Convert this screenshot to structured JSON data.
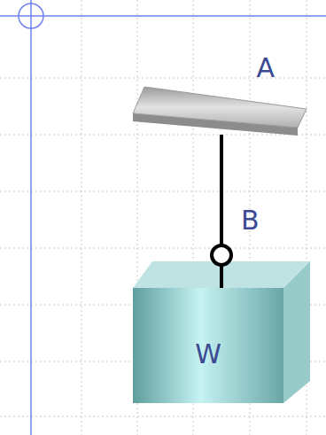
{
  "diagram": {
    "nodes": [
      {
        "text": [
          "A"
        ]
      },
      {
        "text": [
          "W"
        ]
      }
    ],
    "edges": [
      {
        "from": 0,
        "to": 1,
        "arrow": "none"
      }
    ],
    "labels": [
      "B"
    ]
  }
}
